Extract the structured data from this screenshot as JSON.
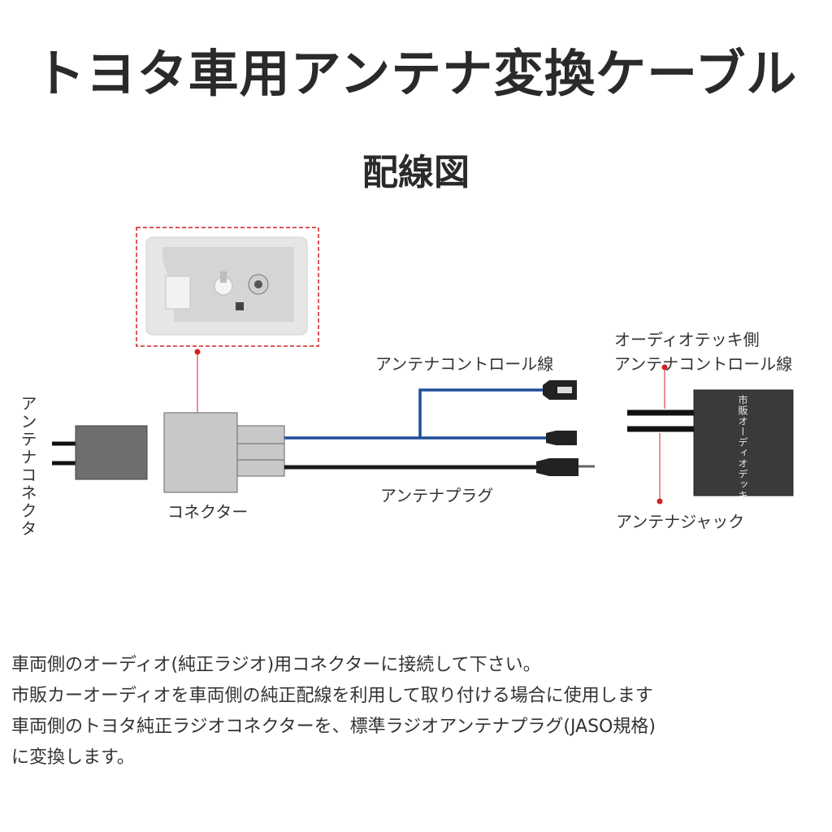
{
  "title": "トヨタ車用アンテナ変換ケーブル",
  "subtitle": "配線図",
  "labels": {
    "antenna_connector": "アンテナコネクタ",
    "connector": "コネクター",
    "antenna_control_wire": "アンテナコントロール線",
    "antenna_plug": "アンテナプラグ",
    "audio_deck_control_line1": "オーディオテッキ側",
    "audio_deck_control_line2": "アンテナコントロール線",
    "antenna_jack": "アンテナジャック",
    "audio_deck": "市販オーディオデッキ"
  },
  "description": [
    "車両側のオーディオ(純正ラジオ)用コネクターに接続して下さい。",
    "市販カーオーディオを車両側の純正配線を利用して取り付ける場合に使用します",
    "車両側のトヨタ純正ラジオコネクターを、標準ラジオアンテナプラグ(JASO規格)",
    "に変換します。"
  ],
  "colors": {
    "control_wire": "#1f4e9c",
    "antenna_wire": "#1a1a1a",
    "marker": "#d42020",
    "connector_body": "#c8c8c8",
    "antenna_connector_body": "#6e6e6e",
    "deck_body": "#3a3a3a"
  }
}
